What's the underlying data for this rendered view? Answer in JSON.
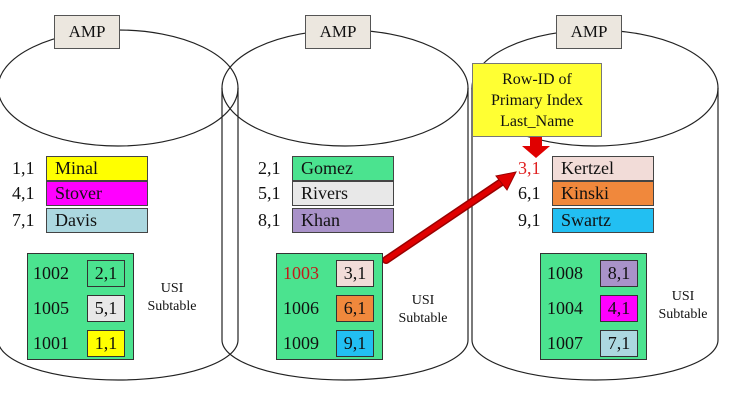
{
  "amps": [
    {
      "label": "AMP",
      "rows": [
        {
          "rowid": "1,1",
          "name": "Minal",
          "color": "#ffff00"
        },
        {
          "rowid": "4,1",
          "name": "Stover",
          "color": "#ff00ff"
        },
        {
          "rowid": "7,1",
          "name": "Davis",
          "color": "#acd8e0"
        }
      ],
      "usi": [
        {
          "num": "1002",
          "ref": "2,1",
          "color": "#4be38f"
        },
        {
          "num": "1005",
          "ref": "5,1",
          "color": "#e8e8e8"
        },
        {
          "num": "1001",
          "ref": "1,1",
          "color": "#ffff00"
        }
      ],
      "usi_label": [
        "USI",
        "Subtable"
      ]
    },
    {
      "label": "AMP",
      "rows": [
        {
          "rowid": "2,1",
          "name": "Gomez",
          "color": "#4be38f"
        },
        {
          "rowid": "5,1",
          "name": "Rivers",
          "color": "#e8e8e8"
        },
        {
          "rowid": "8,1",
          "name": "Khan",
          "color": "#a992c9"
        }
      ],
      "usi": [
        {
          "num": "1003",
          "ref": "3,1",
          "color": "#f2dcd8"
        },
        {
          "num": "1006",
          "ref": "6,1",
          "color": "#f0883c"
        },
        {
          "num": "1009",
          "ref": "9,1",
          "color": "#22bff2"
        }
      ],
      "usi_label": [
        "USI",
        "Subtable"
      ]
    },
    {
      "label": "AMP",
      "rows": [
        {
          "rowid": "3,1",
          "name": "Kertzel",
          "color": "#f2dcd8"
        },
        {
          "rowid": "6,1",
          "name": "Kinski",
          "color": "#f0883c"
        },
        {
          "rowid": "9,1",
          "name": "Swartz",
          "color": "#22bff2"
        }
      ],
      "usi": [
        {
          "num": "1008",
          "ref": "8,1",
          "color": "#a992c9"
        },
        {
          "num": "1004",
          "ref": "4,1",
          "color": "#ff00ff"
        },
        {
          "num": "1007",
          "ref": "7,1",
          "color": "#acd8e0"
        }
      ],
      "usi_label": [
        "USI",
        "Subtable"
      ]
    }
  ],
  "callout": {
    "lines": [
      "Row-ID of",
      "Primary Index",
      "Last_Name"
    ]
  },
  "colors": {
    "highlight_red": "#e02020",
    "usi_panel": "#4be38f",
    "callout": "#ffff33",
    "arrow": "#e00000"
  }
}
